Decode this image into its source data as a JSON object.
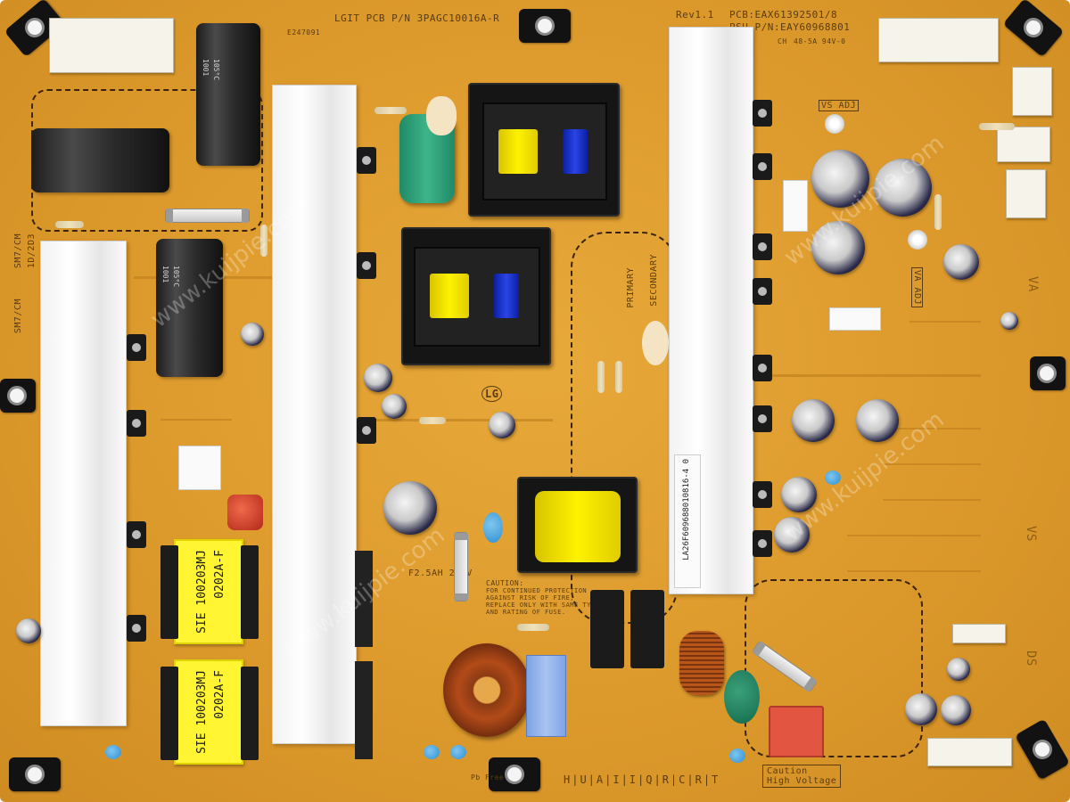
{
  "board": {
    "pcb_label": "LGIT PCB P/N 3PAGC10016A-R",
    "model_label": "PCB:EAX61392501/8",
    "psu_label": "PSU P/N:EAY60968801",
    "rev_label": "Rev1.1",
    "standard_code": "E247091",
    "ch_label": "CH",
    "cert_label": "48-5A 94V-0",
    "va_adj": "VA ADJ",
    "vs_adj": "VS ADJ",
    "primary": "PRIMARY",
    "secondary": "SECONDARY",
    "fuse_rating": "F2.5AH 250V",
    "caution_title": "CAUTION:",
    "caution_body": [
      "FOR CONTINUED PROTECTION",
      "AGAINST RISK OF FIRE,",
      "REPLACE ONLY WITH SAME TYPE",
      "AND RATING OF FUSE."
    ],
    "caution_hv_1": "Caution",
    "caution_hv_2": "High Voltage",
    "filter_1_line1": "0202A-F",
    "filter_1_line2": "SIE 100203MJ",
    "filter_2_line1": "0202A-F",
    "filter_2_line2": "SIE 100203MJ",
    "cap_text": "1001",
    "cap_temp": "105°C",
    "sticker_code": "LA26F609688010816-4 0",
    "bottom_letters": "H|U|A|I|I|Q|R|C|R|T",
    "side_label_1": "SM7/CM",
    "side_label_2": "SM7/CM",
    "side_label_3": "1D/2D3",
    "vs_label": "VS",
    "va_label": "VA",
    "ds_label": "DS",
    "logo": "LG",
    "pb_free": "Pb Free",
    "watermark": "www.kuijpie.com"
  },
  "colors": {
    "board": "#dd9a2c",
    "heatsink": "#f4f4f4",
    "filter": "#fff533",
    "core_blue": "#2a44e6",
    "silkscreen": "#5a3c10"
  }
}
